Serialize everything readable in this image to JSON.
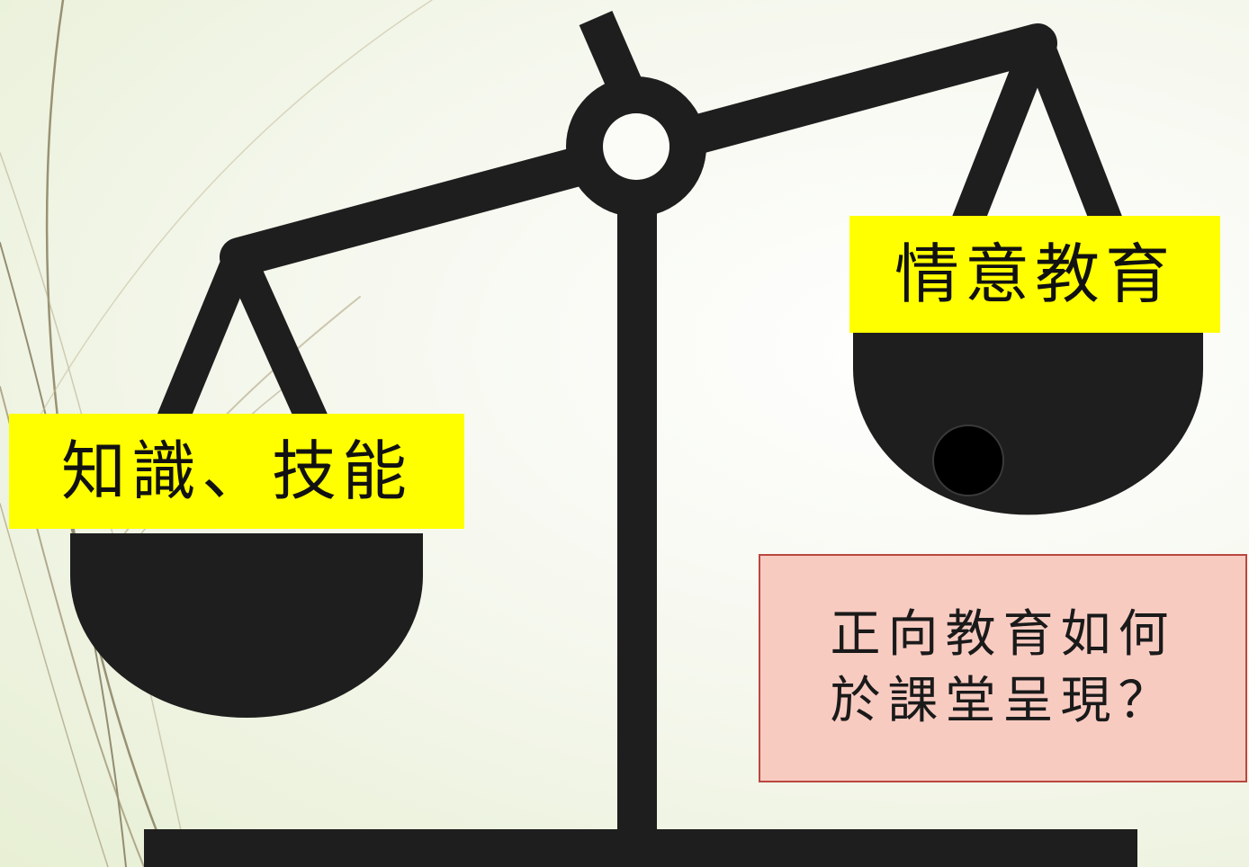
{
  "slide": {
    "left_pan_label": "知識、技能",
    "right_pan_label": "情意教育",
    "question": {
      "line1": "正向教育如何",
      "line2": "於課堂呈現？"
    }
  },
  "colors": {
    "scale": "#1e1e1e",
    "label_background": "#ffff00",
    "question_background": "#f8cbc1",
    "question_border": "#b9473f",
    "background_light": "#ffffff",
    "background_tint": "#e7efd4"
  },
  "icons": {
    "scale": "balance-scale-icon"
  }
}
